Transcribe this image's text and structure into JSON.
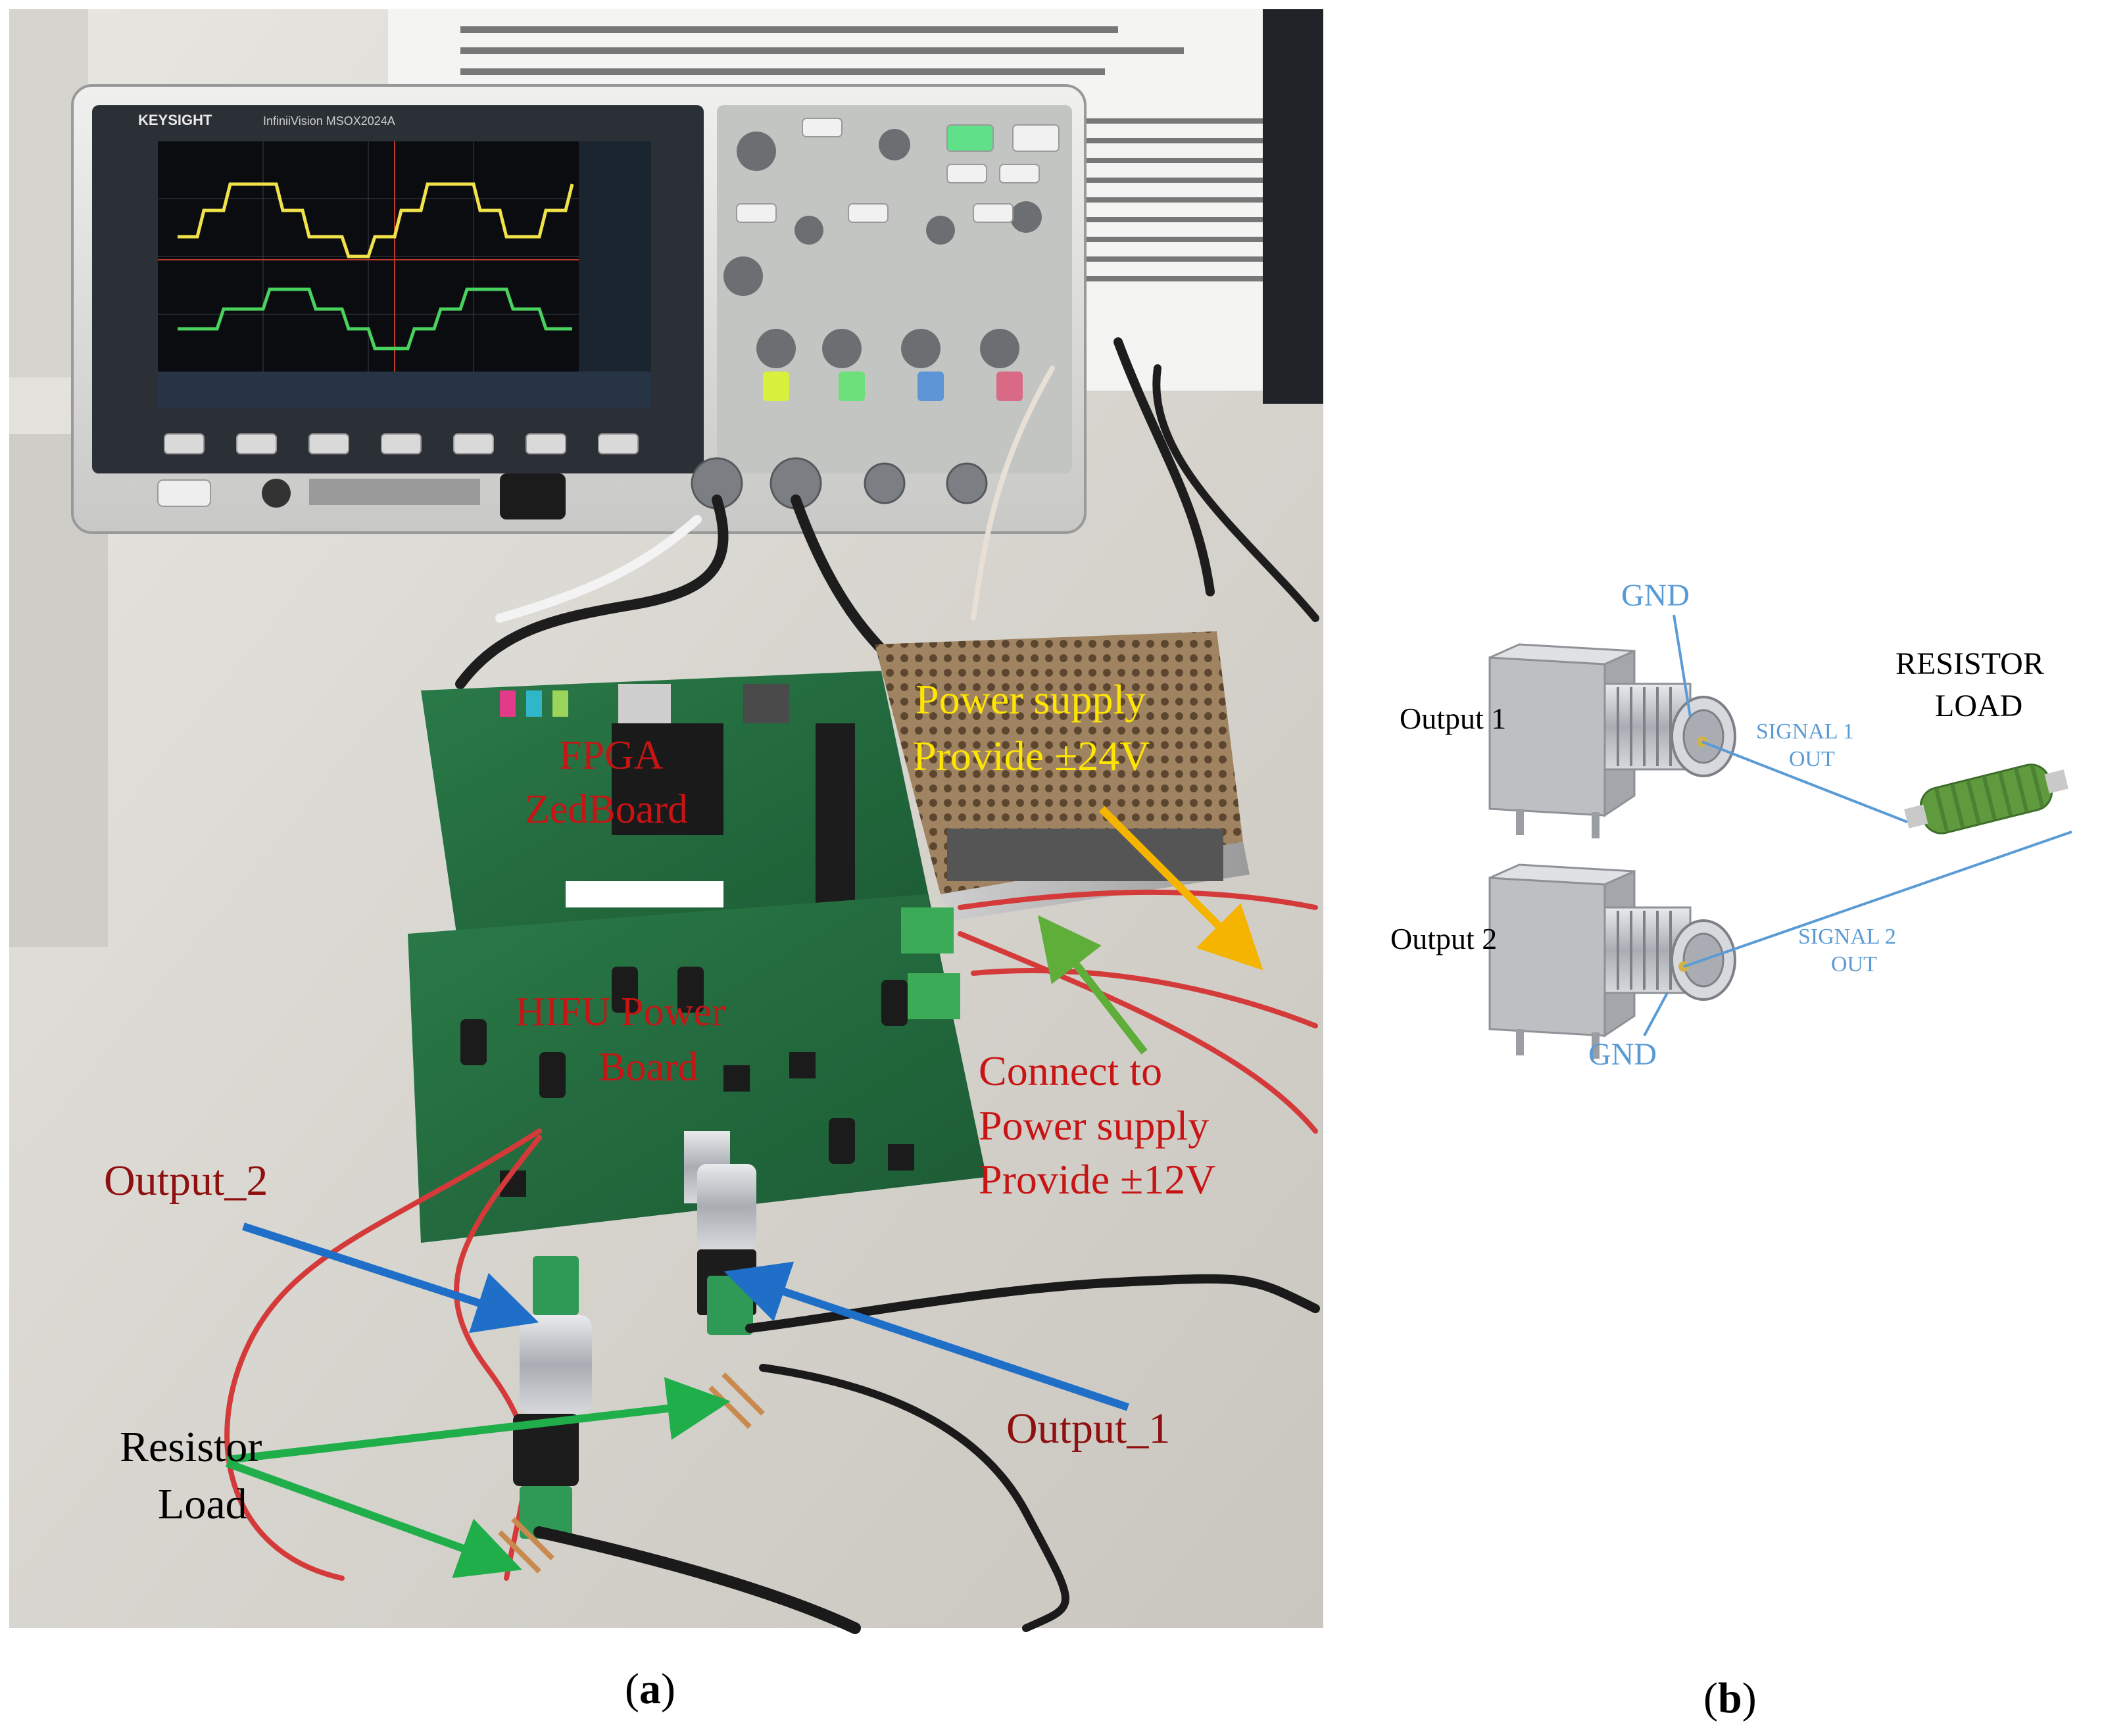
{
  "panel_a": {
    "caption_letter": "a",
    "caption_paren_open": "(",
    "caption_paren_close": ")",
    "labels": {
      "fpga": "FPGA",
      "zedboard": "ZedBoard",
      "hifu_line1": "HIFU Power",
      "hifu_line2": "Board",
      "ps24_line1": "Power supply",
      "ps24_line2": "Provide ±24V",
      "ps12_line1": "Connect to",
      "ps12_line2": "Power supply",
      "ps12_line3": "Provide ±12V",
      "output_2": "Output_2",
      "output_1": "Output_1",
      "resistor_line1": "Resistor",
      "resistor_line2": "Load"
    },
    "photo_text": {
      "brand": "KEYSIGHT",
      "model": "InfiniiVision MSOX2024A"
    },
    "arrow_colors": {
      "output": "#1f6fc8",
      "resistor": "#1fae4a",
      "ps24": "#f5b400",
      "ps12": "#5fae3a"
    }
  },
  "panel_b": {
    "caption_letter": "b",
    "caption_paren_open": "(",
    "caption_paren_close": ")",
    "labels": {
      "gnd_top": "GND",
      "gnd_bottom": "GND",
      "output_1": "Output 1",
      "output_2": "Output 2",
      "signal1_line1": "SIGNAL 1",
      "signal1_line2": "OUT",
      "signal2_line1": "SIGNAL 2",
      "signal2_line2": "OUT",
      "resistor_line1": "RESISTOR",
      "resistor_line2": "LOAD"
    },
    "wire_color": "#5b9bd5"
  }
}
